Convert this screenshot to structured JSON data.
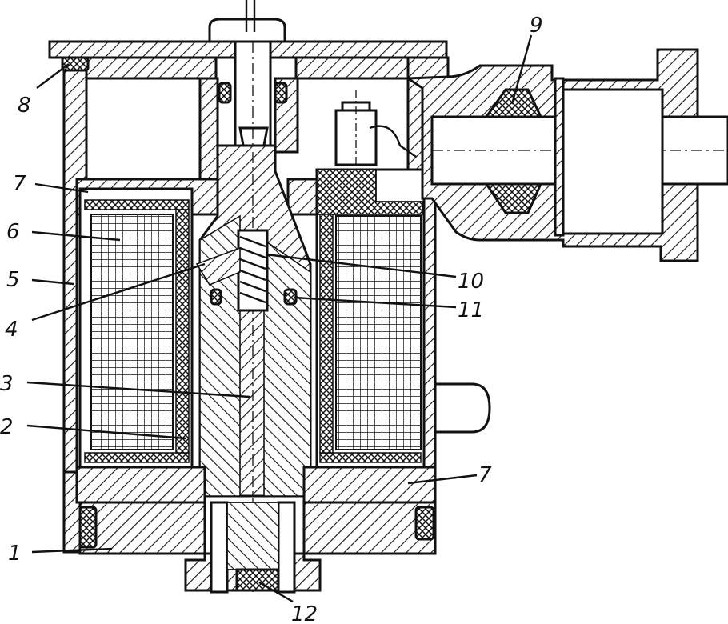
{
  "labels": {
    "l1": "1",
    "l2": "2",
    "l3": "3",
    "l4": "4",
    "l5": "5",
    "l6": "6",
    "l7a": "7",
    "l7b": "7",
    "l8": "8",
    "l9": "9",
    "l10": "10",
    "l11": "11",
    "l12": "12"
  },
  "colors": {
    "ink": "#111111",
    "paper": "#ffffff"
  }
}
